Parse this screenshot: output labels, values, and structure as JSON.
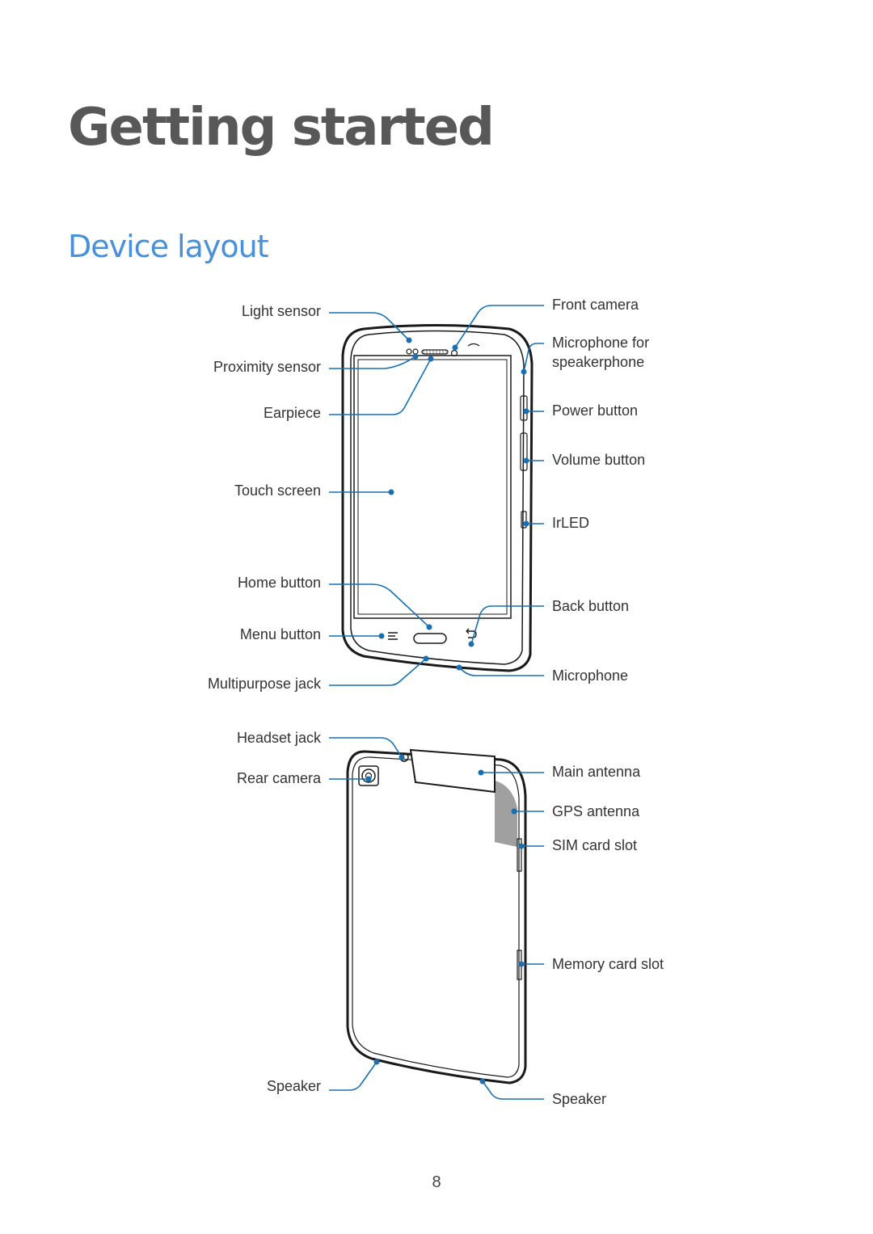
{
  "heading": "Getting started",
  "section_title": "Device layout",
  "front_view": {
    "left_labels": [
      "Light sensor",
      "Proximity sensor",
      "Earpiece",
      "Touch screen",
      "Home button",
      "Menu button",
      "Multipurpose jack"
    ],
    "right_labels": [
      "Front camera",
      "Microphone for",
      "speakerphone",
      "Power button",
      "Volume button",
      "IrLED",
      "Back button",
      "Microphone"
    ]
  },
  "rear_view": {
    "left_labels": [
      "Headset jack",
      "Rear camera",
      "Speaker"
    ],
    "right_labels": [
      "Main antenna",
      "GPS antenna",
      "SIM card slot",
      "Memory card slot",
      "Speaker"
    ]
  },
  "page_number": "8",
  "colors": {
    "heading": "#585858",
    "section_title": "#4a90d9",
    "callout": "#1a6fb0",
    "gps_antenna_fill": "#a0a0a0"
  }
}
